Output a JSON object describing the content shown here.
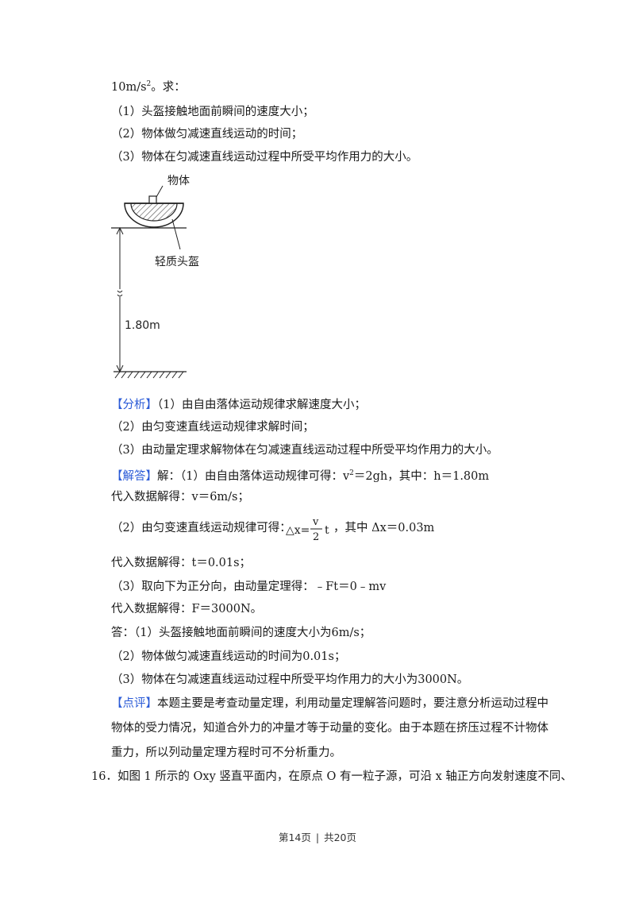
{
  "intro": {
    "prefix": "10m/s",
    "sup": "2",
    "suffix": "。求："
  },
  "questions": [
    "（1）头盔接触地面前瞬间的速度大小；",
    "（2）物体做匀减速直线运动的时间；",
    "（3）物体在匀减速直线运动过程中所受平均作用力的大小。"
  ],
  "figure": {
    "label_object": "物体",
    "label_helmet": "轻质头盔",
    "label_height": "1.80m"
  },
  "analysis": {
    "tag": "【分析】",
    "lines": [
      "（1）由自由落体运动规律求解速度大小；",
      "（2）由匀变速直线运动规律求解时间；",
      "（3）由动量定理求解物体在匀减速直线运动过程中所受平均作用力的大小。"
    ]
  },
  "answer": {
    "tag": "【解答】",
    "line1_a": "解：（1）由自由落体运动规律可得：v",
    "line1_sup": "2",
    "line1_b": "＝2gh，其中：h＝1.80m",
    "line2": "代入数据解得：v＝6m/s；",
    "line3_a": "（2）由匀变速直线运动规律可得：",
    "formula": {
      "lhs": "△x=",
      "num": "v",
      "den": "2",
      "tail": "t"
    },
    "line3_b": "，其中 Δx＝0.03m",
    "line4": "代入数据解得：t＝0.01s；",
    "line5": "（3）取向下为正分向，由动量定理得：﹣Ft＝0﹣mv",
    "line6": "代入数据解得：F＝3000N。",
    "line7": "答：（1）头盔接触地面前瞬间的速度大小为6m/s；",
    "line8": "（2）物体做匀减速直线运动的时间为0.01s；",
    "line9": "（3）物体在匀减速直线运动过程中所受平均作用力的大小为3000N。"
  },
  "comment": {
    "tag": "【点评】",
    "line1": "本题主要是考查动量定理，利用动量定理解答问题时，要注意分析运动过程中",
    "line2": "物体的受力情况，知道合外力的冲量才等于动量的变化。由于本题在挤压过程不计物体",
    "line3": "重力，所以列动量定理方程时可不分析重力。"
  },
  "next_question": "16．如图 1 所示的 Oxy 竖直平面内，在原点 O 有一粒子源，可沿 x 轴正方向发射速度不同、",
  "footer": {
    "page": "第14页",
    "sep": "|",
    "total": "共20页"
  }
}
